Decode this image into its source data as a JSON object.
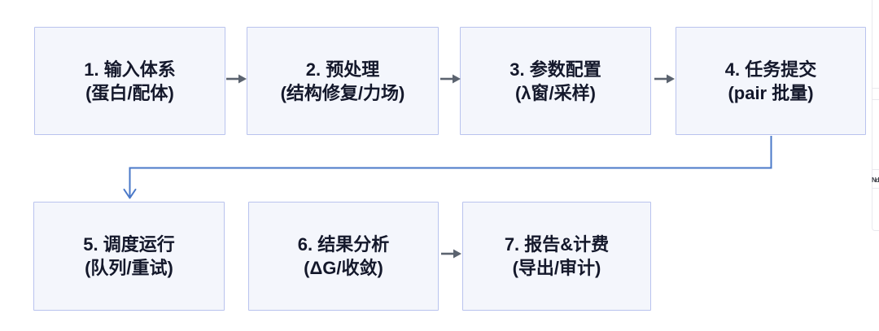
{
  "colors": {
    "box_fill": "#f4f6fc",
    "box_border": "#b9c3ee",
    "text": "#14182b",
    "arrow_gray": "#5b636f",
    "connector_blue": "#4a78c8",
    "edge_line": "#e9e9ee"
  },
  "flow": {
    "steps": [
      {
        "title": "1. 输入体系",
        "subtitle": "(蛋白/配体)"
      },
      {
        "title": "2. 预处理",
        "subtitle": "(结构修复/力场)"
      },
      {
        "title": "3. 参数配置",
        "subtitle": "(λ窗/采样)"
      },
      {
        "title": "4. 任务提交",
        "subtitle": "(pair 批量)"
      },
      {
        "title": "5. 调度运行",
        "subtitle": "(队列/重试)"
      },
      {
        "title": "6. 结果分析",
        "subtitle": "(ΔG/收敛)"
      },
      {
        "title": "7. 报告&计费",
        "subtitle": "(导出/审计)"
      }
    ],
    "connections": [
      "1->2 gray arrow",
      "2->3 gray arrow",
      "3->4 gray arrow",
      "4->5 blue elbow arrow",
      "6->7 gray arrow"
    ]
  },
  "edge": {
    "fragment": "Nd"
  }
}
